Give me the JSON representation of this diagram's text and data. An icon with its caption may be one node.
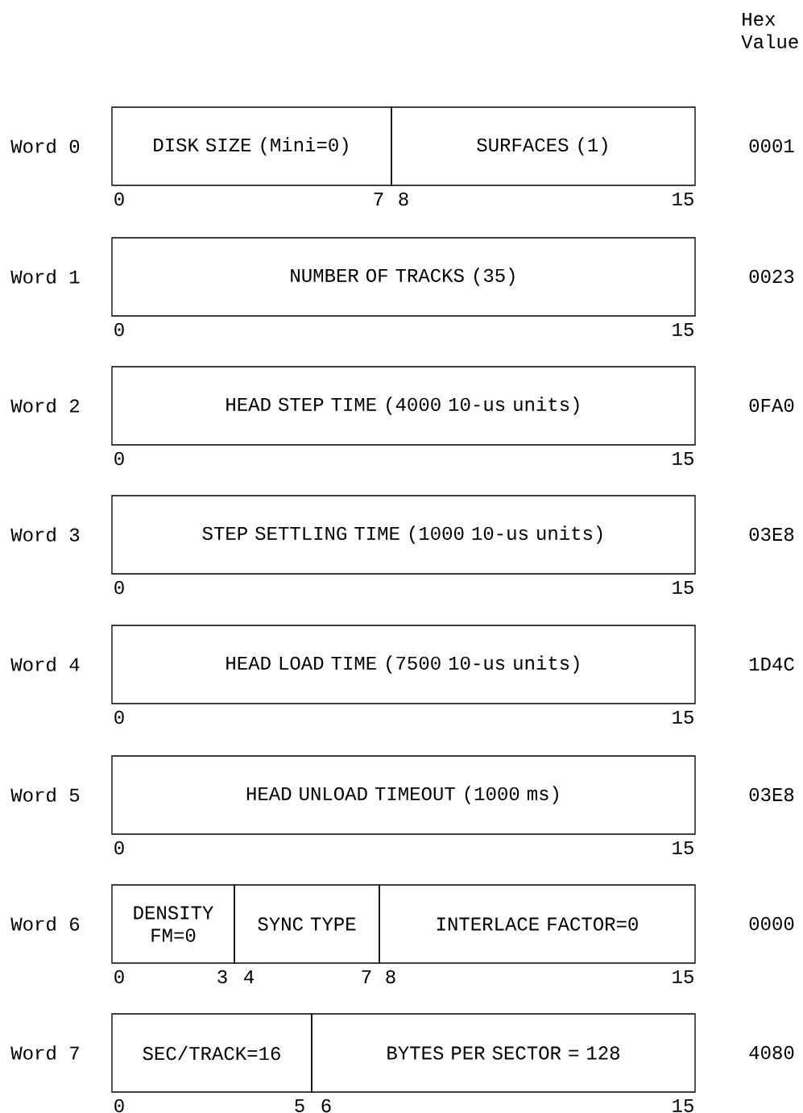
{
  "diagram": {
    "nodes": [
      {
        "text": [
          "DISK SIZE (Mini=0)"
        ]
      },
      {
        "text": [
          "SURFACES (1)"
        ]
      },
      {
        "text": [
          "NUMBER OF TRACKS (35)"
        ]
      },
      {
        "text": [
          "HEAD STEP TIME (4000 10-us units)"
        ]
      },
      {
        "text": [
          "STEP SETTLING TIME (1000 10-us units)"
        ]
      },
      {
        "text": [
          "HEAD LOAD TIME (7500 10-us units)"
        ]
      },
      {
        "text": [
          "HEAD UNLOAD TIMEOUT (1000 ms)"
        ]
      },
      {
        "text": [
          "DENSITY FM=0"
        ]
      },
      {
        "text": [
          "SYNC TYPE"
        ]
      },
      {
        "text": [
          "INTERLACE FACTOR=0"
        ]
      },
      {
        "text": [
          "SEC/TRACK=16"
        ]
      },
      {
        "text": [
          "BYTES PER SECTOR = 128"
        ]
      }
    ],
    "labels": [
      "Hex Value",
      "Word 0",
      "0001",
      "0",
      "7",
      "8",
      "15",
      "Word 1",
      "0023",
      "0",
      "15",
      "Word 2",
      "0FA0",
      "0",
      "15",
      "Word 3",
      "03E8",
      "0",
      "15",
      "Word 4",
      "1D4C",
      "0",
      "15",
      "Word 5",
      "03E8",
      "0",
      "15",
      "Word 6",
      "0000",
      "0",
      "3",
      "4",
      "7",
      "8",
      "15",
      "Word 7",
      "4080",
      "0",
      "5",
      "6",
      "15"
    ]
  }
}
